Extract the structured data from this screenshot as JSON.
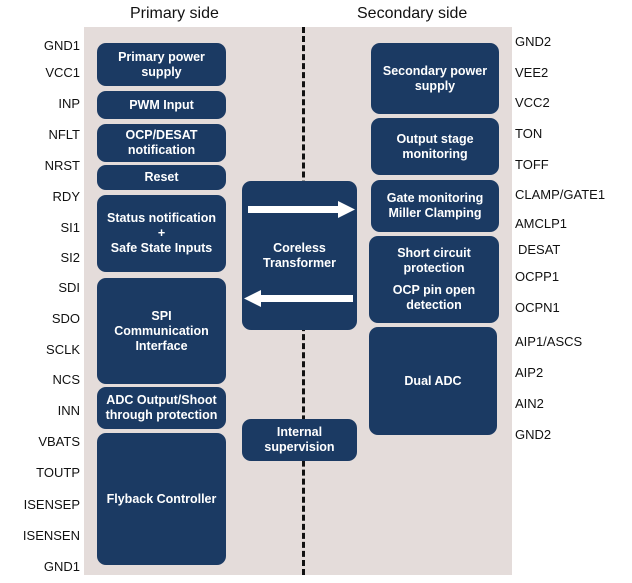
{
  "headers": {
    "primary": "Primary side",
    "secondary": "Secondary side"
  },
  "pins_left": [
    "GND1",
    "VCC1",
    "INP",
    "NFLT",
    "NRST",
    "RDY",
    "SI1",
    "SI2",
    "SDI",
    "SDO",
    "SCLK",
    "NCS",
    "INN",
    "VBATS",
    "TOUTP",
    "ISENSEP",
    "ISENSEN",
    "GND1"
  ],
  "pins_right": [
    "GND2",
    "VEE2",
    "VCC2",
    "TON",
    "TOFF",
    "CLAMP/GATE1",
    "AMCLP1",
    "DESAT",
    "OCPP1",
    "OCPN1",
    "AIP1/ASCS",
    "AIP2",
    "AIN2",
    "GND2"
  ],
  "blocks": {
    "primary_power": "Primary power\nsupply",
    "pwm_input": "PWM Input",
    "ocp_desat": "OCP/DESAT\nnotification",
    "reset": "Reset",
    "status": "Status notification\n+\nSafe State Inputs",
    "spi": "SPI\nCommunication\nInterface",
    "adc_output": "ADC Output/Shoot\nthrough protection",
    "flyback": "Flyback Controller",
    "coreless": "Coreless\nTransformer",
    "internal_supervision": "Internal\nsupervision",
    "secondary_power": "Secondary power\nsupply",
    "output_stage": "Output stage\nmonitoring",
    "gate_monitoring": "Gate monitoring\nMiller Clamping",
    "short_circuit": "Short circuit\nprotection",
    "ocp_pin": "OCP pin open\ndetection",
    "dual_adc": "Dual ADC"
  },
  "colors": {
    "block": "#1b3a63",
    "panel": "#e4dcda",
    "arrow": "#ffffff"
  }
}
